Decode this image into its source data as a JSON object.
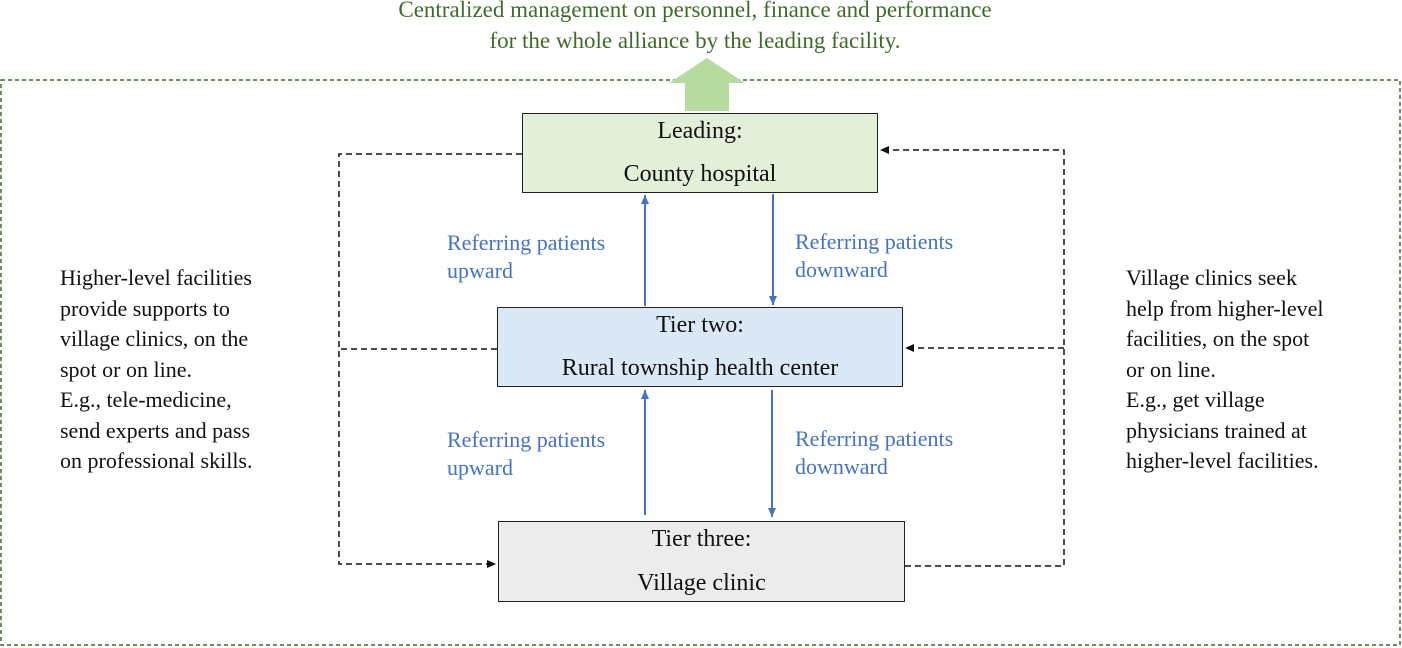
{
  "caption": {
    "lines": [
      "Centralized management on personnel, finance and performance",
      "for the whole alliance by the leading facility."
    ]
  },
  "nodes": {
    "leading": {
      "line1": "Leading:",
      "line2": "County hospital",
      "fill": "#e3efd9"
    },
    "tier_two": {
      "line1": "Tier two:",
      "line2": "Rural township health center",
      "fill": "#dbe8f5"
    },
    "tier_three": {
      "line1": "Tier three:",
      "line2": "Village clinic",
      "fill": "#ececec"
    }
  },
  "flows": {
    "upper_up": [
      "Referring patients",
      "upward"
    ],
    "upper_down": [
      "Referring patients",
      "downward"
    ],
    "lower_up": [
      "Referring patients",
      "upward"
    ],
    "lower_down": [
      "Referring patients",
      "downward"
    ]
  },
  "left_note": [
    "Higher-level facilities",
    "provide supports to",
    "village clinics, on the",
    "spot or on line.",
    "E.g., tele-medicine,",
    "send experts and pass",
    "on professional skills."
  ],
  "right_note": [
    "Village clinics seek",
    "help from higher-level",
    "facilities, on the spot",
    "or on line.",
    "E.g.,  get village",
    "physicians trained at",
    "higher-level facilities."
  ],
  "colors": {
    "caption_text": "#3f6b2a",
    "frame_border": "#3f6b2a",
    "up_arrow": "#b5dba1",
    "referral_arrow": "#4472c4",
    "referral_text": "#4472c4",
    "dashed_connector": "#111111"
  }
}
